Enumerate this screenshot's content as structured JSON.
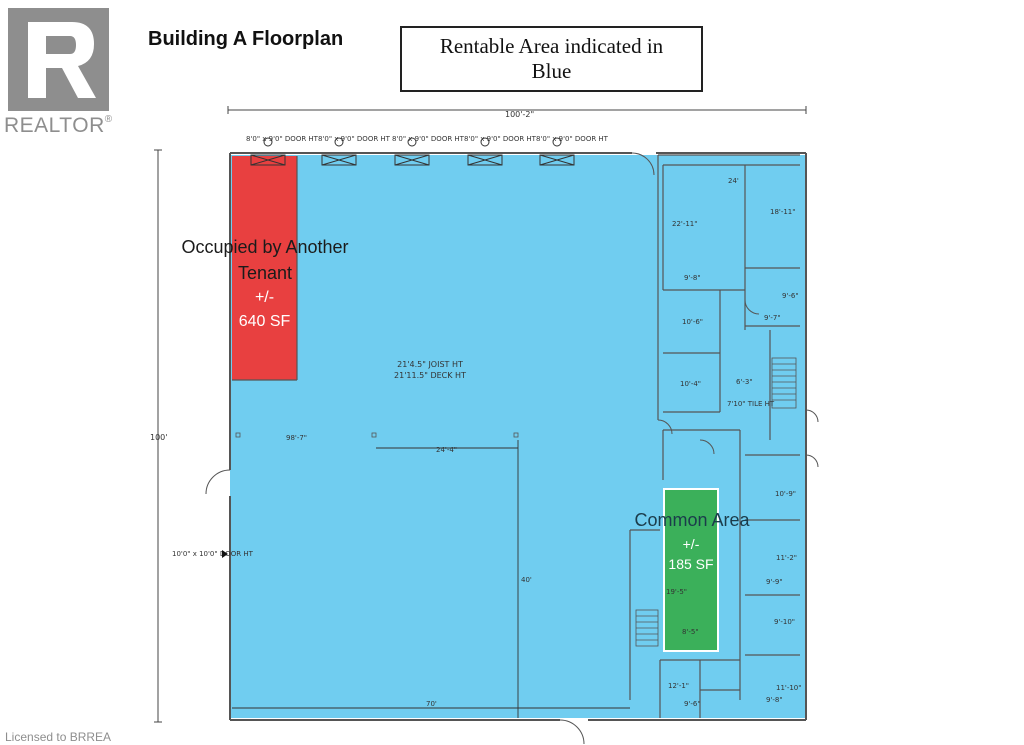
{
  "logo": {
    "text": "REALTOR",
    "mark": "®",
    "icon": "realtor-r-logo"
  },
  "title": "Building A Floorplan",
  "legend": {
    "text": "Rentable Area indicated in Blue"
  },
  "regions": {
    "occupied": {
      "label_line1": "Occupied by Another",
      "label_line2": "Tenant",
      "area_line1": "+/-",
      "area_line2": "640 SF",
      "color": "#e84040"
    },
    "common": {
      "label": "Common Area",
      "area_line1": "+/-",
      "area_line2": "185 SF",
      "color": "#3bb05a"
    },
    "rentable": {
      "color": "#70cdf0"
    }
  },
  "plan_text": {
    "joist": "21'4.5\" JOIST HT",
    "deck": "21'11.5\" DECK HT",
    "top_width": "100'-2\"",
    "side_height": "100'",
    "dim_98": "98'-7\"",
    "dim_24_4": "24'-4\"",
    "dim_40": "40'",
    "dim_70": "70'",
    "dim_24": "24'",
    "dim_22_11": "22'-11\"",
    "dim_18_11": "18'-11\"",
    "dim_9_8": "9'-8\"",
    "dim_9_6": "9'-6\"",
    "dim_10_6": "10'-6\"",
    "dim_9_7": "9'-7\"",
    "dim_10_4": "10'-4\"",
    "dim_6_3": "6'-3\"",
    "dim_7_10": "7'10\" TILE HT",
    "dim_10_9": "10'-9\"",
    "dim_11_2": "11'-2\"",
    "dim_9_9": "9'-9\"",
    "dim_9_10": "9'-10\"",
    "dim_11_10": "11'-10\"",
    "dim_12_1": "12'-1\"",
    "dim_9_6b": "9'-6\"",
    "dim_9_8b": "9'-8\"",
    "dim_19_5": "19'-5\"",
    "dim_8_5": "8'-5\"",
    "door_ht": "8'0\" x 9'0\" DOOR HT",
    "side_door": "10'0\" x 10'0\" DOOR HT"
  },
  "footer": "Licensed to BRREA"
}
